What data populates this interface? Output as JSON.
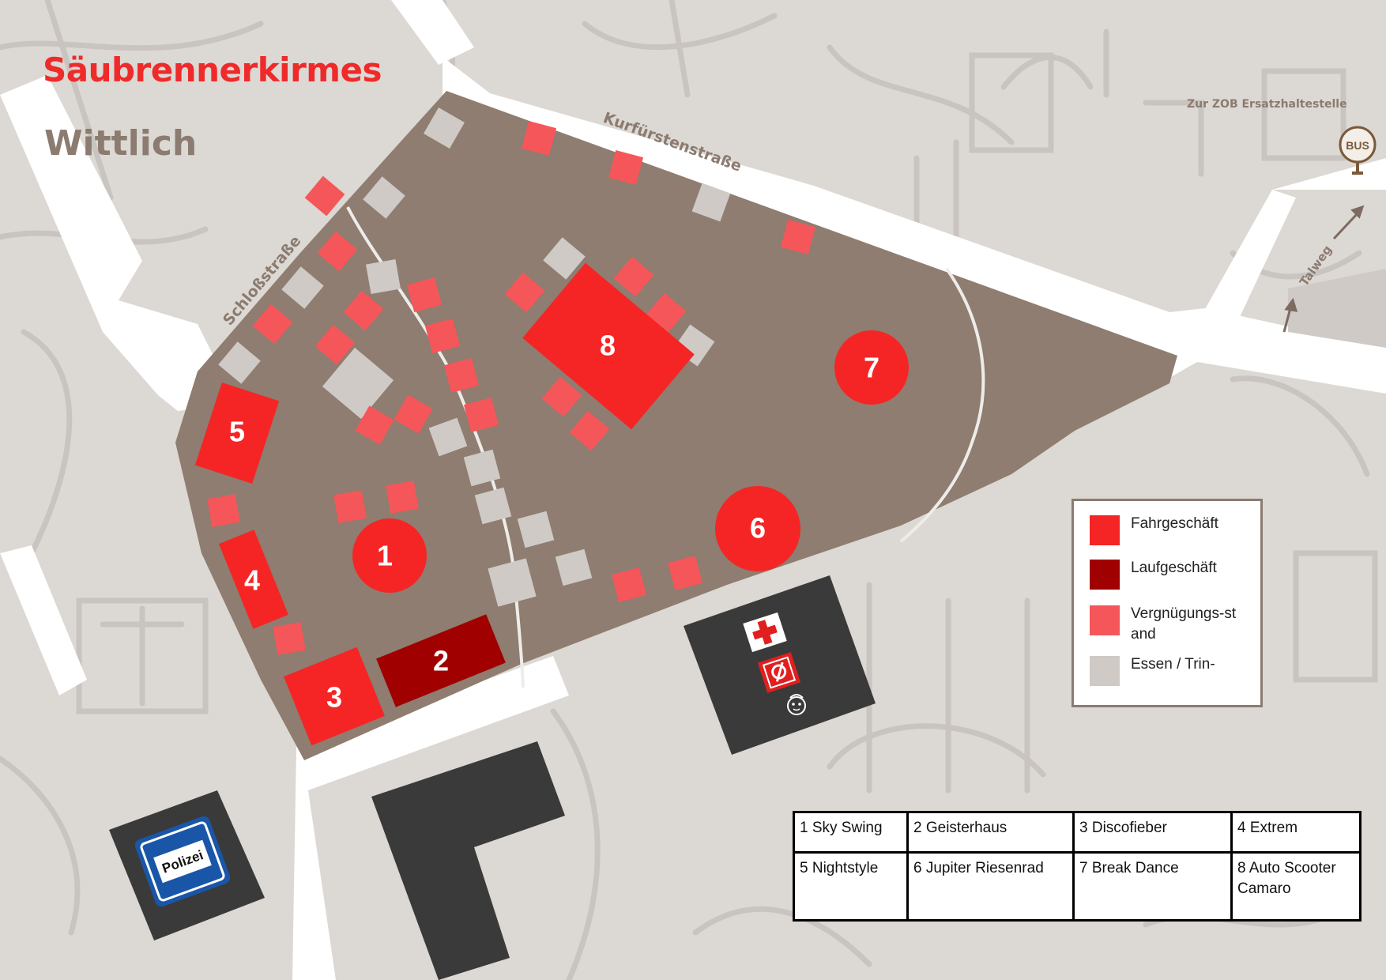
{
  "title": "Säubrennerkirmes",
  "subtitle": "Wittlich",
  "streets": {
    "kurfuersten": "Kurfürstenstraße",
    "schloss": "Schloßstraße",
    "tal": "Talweg"
  },
  "bus": {
    "stop_label": "Zur ZOB Ersatzhaltestelle",
    "sign_text": "BUS",
    "icon": "bus-stop-icon"
  },
  "police": {
    "sign_text": "Polizei",
    "icon": "police-sign-icon"
  },
  "service_icons": [
    "first-aid-icon",
    "fire-brigade-icon",
    "lost-child-icon"
  ],
  "colors": {
    "fahrgeschaeft": "#f52525",
    "laufgeschaeft": "#a00000",
    "vergnuegungsstand": "#f5565a",
    "essen": "#cfcac6",
    "ground": "#8e7d70",
    "building": "#3a3a3a"
  },
  "legend": [
    {
      "label": "Fahrgeschäft",
      "color": "#f52525"
    },
    {
      "label": "Laufgeschäft",
      "color": "#a00000"
    },
    {
      "label": "Vergnügungs-stand",
      "color": "#f5565a"
    },
    {
      "label": "Essen / Trin-",
      "color": "#cfcac6"
    }
  ],
  "attractions": [
    {
      "number": "1",
      "type": "Fahrgeschäft"
    },
    {
      "number": "2",
      "type": "Laufgeschäft"
    },
    {
      "number": "3",
      "type": "Fahrgeschäft"
    },
    {
      "number": "4",
      "type": "Fahrgeschäft"
    },
    {
      "number": "5",
      "type": "Fahrgeschäft"
    },
    {
      "number": "6",
      "type": "Fahrgeschäft"
    },
    {
      "number": "7",
      "type": "Fahrgeschäft"
    },
    {
      "number": "8",
      "type": "Fahrgeschäft"
    }
  ],
  "rides_table": [
    [
      "1 Sky Swing",
      "2 Geisterhaus",
      "3 Discofieber",
      "4 Extrem"
    ],
    [
      "5 Nightstyle",
      "6 Jupiter Riesenrad",
      "7 Break Dance",
      "8 Auto Scooter Camaro"
    ]
  ]
}
